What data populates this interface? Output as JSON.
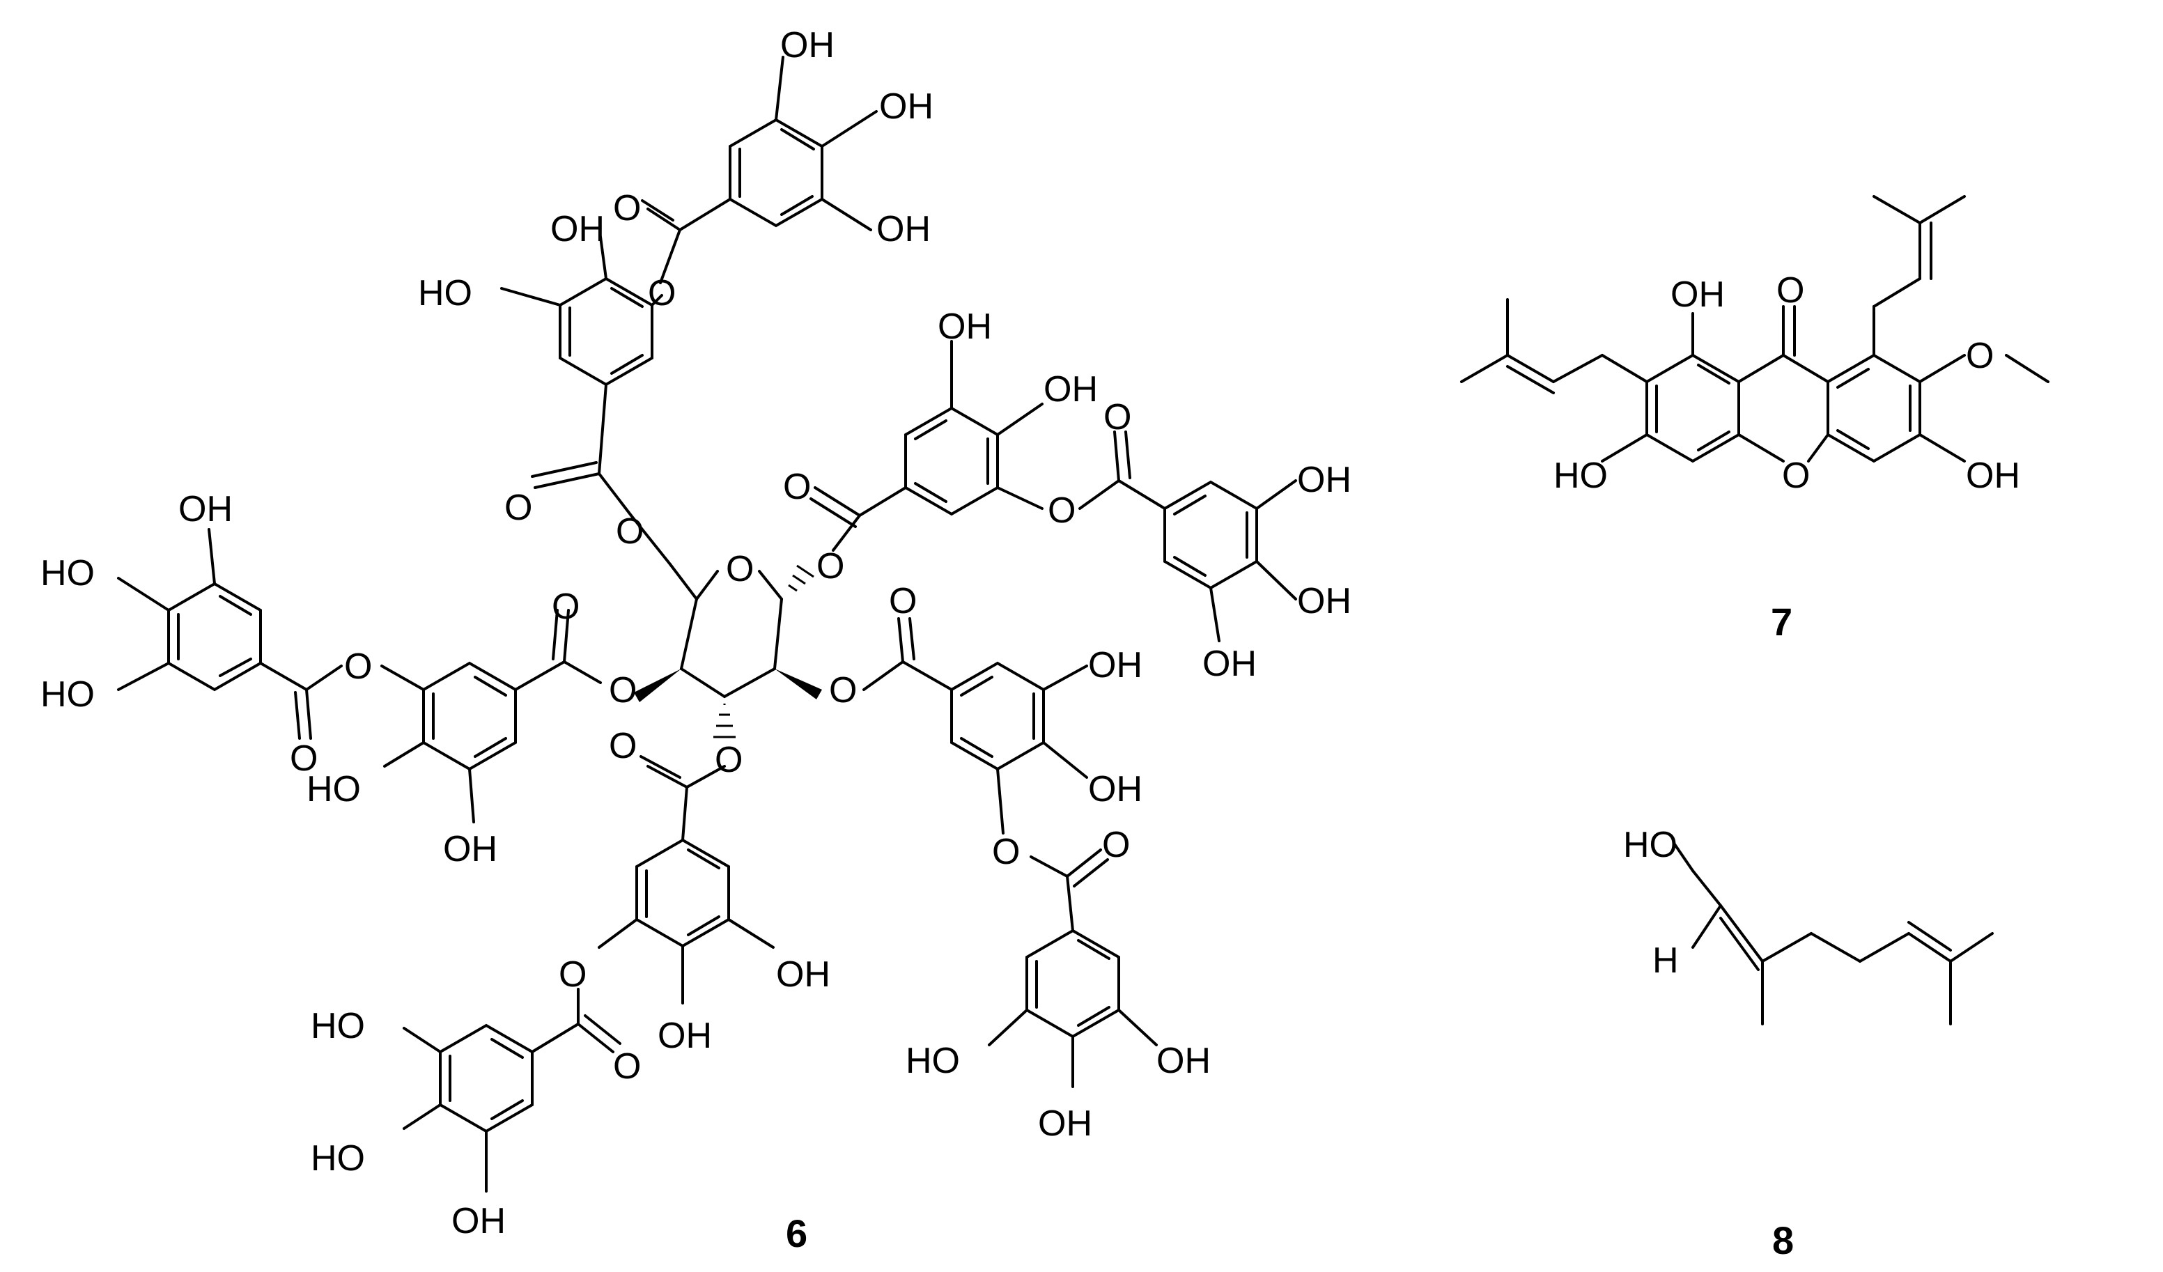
{
  "compounds": [
    {
      "id": "6",
      "label": "6"
    },
    {
      "id": "7",
      "label": "7"
    },
    {
      "id": "8",
      "label": "8"
    }
  ],
  "atoms": {
    "oh": "OH",
    "ho": "HO",
    "o": "O",
    "h": "H"
  }
}
